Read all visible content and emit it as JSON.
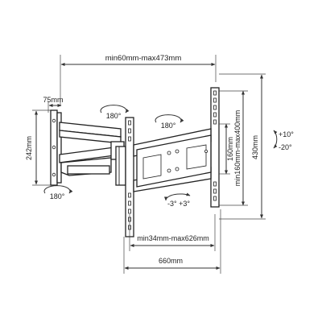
{
  "dimensions": {
    "arm_extension": "min60mm-max473mm",
    "wall_plate_depth": "75mm",
    "wall_plate_height": "242mm",
    "rotation_top_left": "180°",
    "rotation_top_mid": "180°",
    "rotation_bottom_left": "180°",
    "vesa_height_fixed": "160mm",
    "vesa_height_range": "min160mm-max400mm",
    "bracket_height": "430mm",
    "tilt_up": "+10°",
    "tilt_down": "-20°",
    "swivel": "-3° +3°",
    "vesa_width_range": "min34mm-max626mm",
    "bracket_width": "660mm"
  }
}
